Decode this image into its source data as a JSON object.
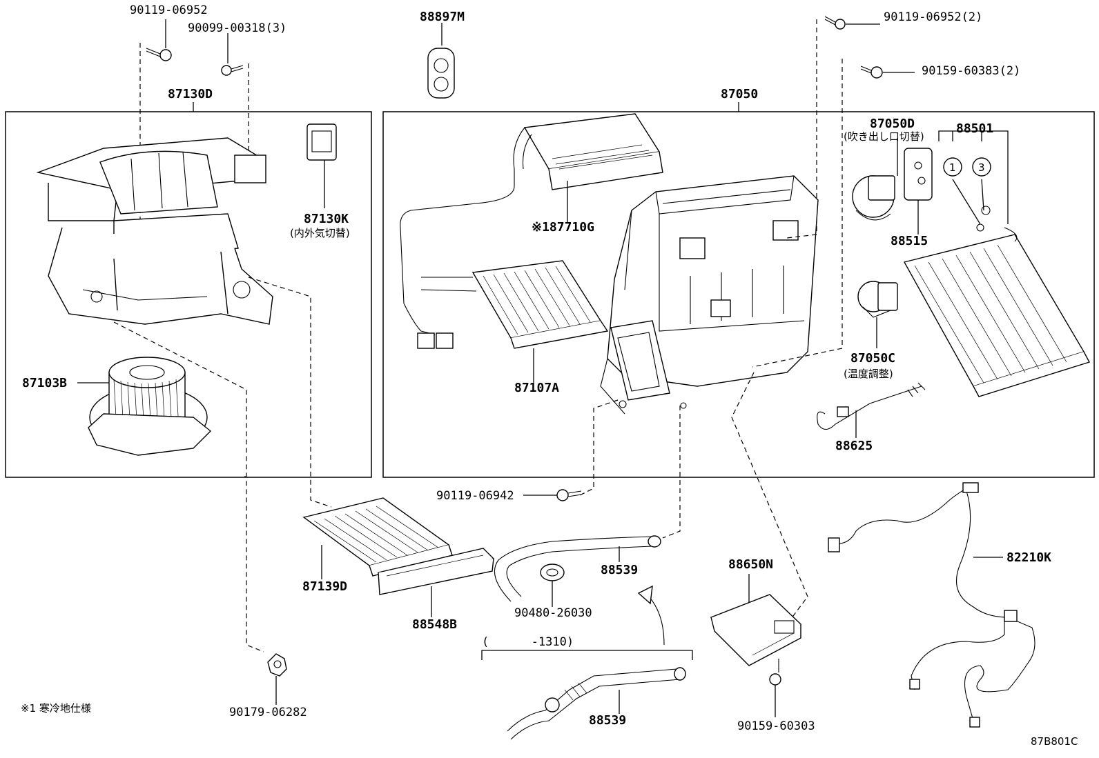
{
  "diagram_id": "87B801C",
  "footnote": "※1 寒冷地仕様",
  "blower_group": {
    "label": "87130D"
  },
  "unit_group": {
    "label": "87050"
  },
  "parts": {
    "p_90119_06952": "90119-06952",
    "p_90099_00318": "90099-00318(3)",
    "p_88897M": "88897M",
    "p_90119_06952_2": "90119-06952(2)",
    "p_90159_60383": "90159-60383(2)",
    "p_87130K": "87130K",
    "p_87130K_note": "(内外気切替)",
    "p_87103B": "87103B",
    "p_87710G": "※187710G",
    "p_87107A": "87107A",
    "p_87050D": "87050D",
    "p_87050D_note": "(吹き出し口切替)",
    "p_88501": "88501",
    "p_88501_c1": "1",
    "p_88501_c3": "3",
    "p_88515": "88515",
    "p_87050C": "87050C",
    "p_87050C_note": "(温度調整)",
    "p_88625": "88625",
    "p_90119_06942": "90119-06942",
    "p_87139D": "87139D",
    "p_88548B": "88548B",
    "p_90480_26030": "90480-26030",
    "p_88539_a": "88539",
    "p_88539_b": "88539",
    "p_range": "(      -1310)",
    "p_88650N": "88650N",
    "p_90159_60303": "90159-60303",
    "p_82210K": "82210K",
    "p_90179_06282": "90179-06282"
  }
}
